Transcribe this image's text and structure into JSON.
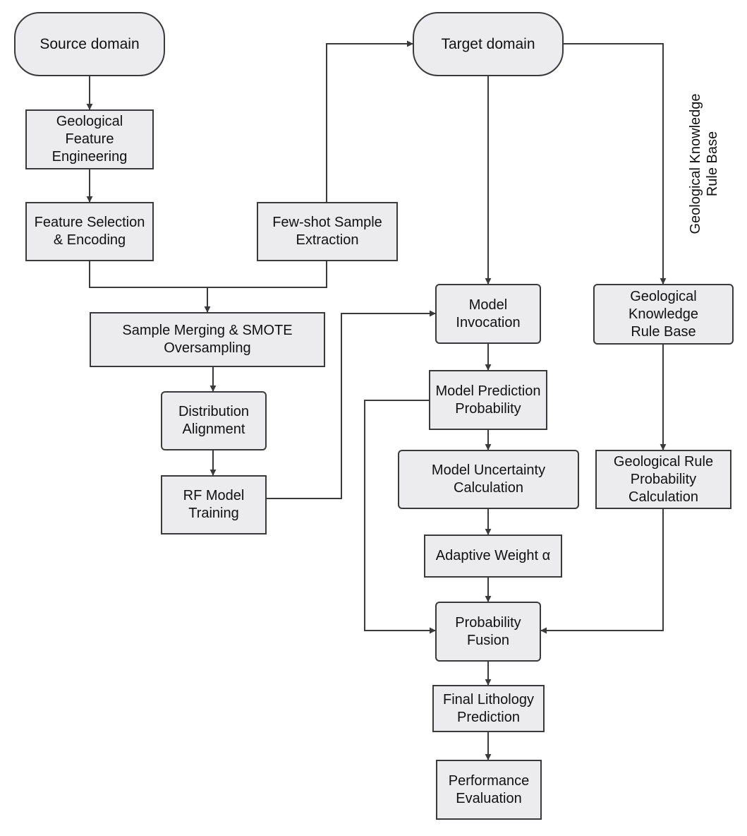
{
  "nodes": {
    "source_domain": "Source domain",
    "target_domain": "Target domain",
    "geological_feature_engineering": "Geological\nFeature\nEngineering",
    "feature_selection": "Feature Selection\n& Encoding",
    "few_shot_extraction": "Few-shot Sample\nExtraction",
    "sample_merging": "Sample Merging & SMOTE\nOversampling",
    "distribution_alignment": "Distribution\nAlignment",
    "rf_model_training": "RF Model\nTraining",
    "model_invocation": "Model\nInvocation",
    "model_prediction_probability": "Model Prediction\nProbability",
    "model_uncertainty": "Model Uncertainty\nCalculation",
    "adaptive_weight": "Adaptive Weight α",
    "probability_fusion": "Probability\nFusion",
    "final_lithology_prediction": "Final Lithology\nPrediction",
    "performance_evaluation": "Performance\nEvaluation",
    "geological_knowledge_rule_base": "Geological\nKnowledge\nRule Base",
    "geological_rule_probability": "Geological Rule\nProbability\nCalculation"
  },
  "side_label": "Geological Knowledge\nRule Base",
  "colors": {
    "box_fill": "#ececef",
    "stroke": "#3a3a3a"
  }
}
